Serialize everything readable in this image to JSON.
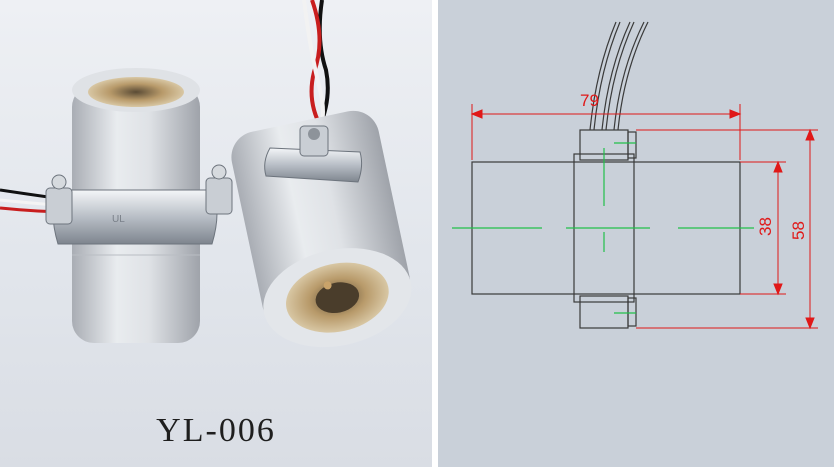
{
  "product_photo": {
    "model_label": "YL-006"
  },
  "drawing": {
    "dimensions": {
      "length": "79",
      "inner_height": "38",
      "outer_height": "58"
    },
    "line_color": "#3a3a3a",
    "dimension_color": "#e01818",
    "centerline_color": "#22c04a"
  }
}
